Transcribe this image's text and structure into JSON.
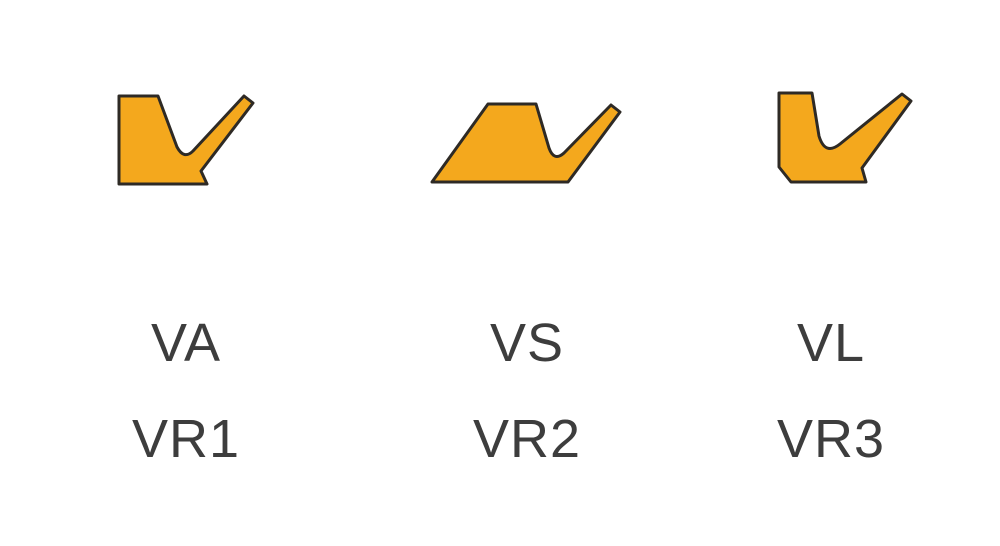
{
  "page": {
    "background": "#ffffff"
  },
  "diagram": {
    "type": "v-ring-seal-profile-chart",
    "shape_fill": "#F4A81D",
    "shape_stroke": "#2E2A25",
    "label_color": "#3D3D3D",
    "columns": [
      {
        "profile": "VA",
        "series": "VR1",
        "shape_name": "v-ring-profile-va"
      },
      {
        "profile": "VS",
        "series": "VR2",
        "shape_name": "v-ring-profile-vs"
      },
      {
        "profile": "VL",
        "series": "VR3",
        "shape_name": "v-ring-profile-vl"
      }
    ]
  }
}
